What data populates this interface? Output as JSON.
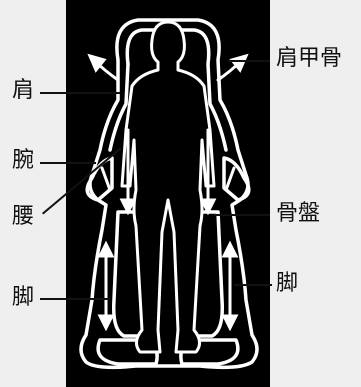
{
  "labels": {
    "shoulder": "肩",
    "arm": "腕",
    "waist": "腰",
    "leg_left": "脚",
    "scapula": "肩甲骨",
    "pelvis": "骨盤",
    "leg_right": "脚"
  },
  "colors": {
    "background": "#efefef",
    "panel": "#000000",
    "line": "#ffffff",
    "text": "#111111"
  }
}
